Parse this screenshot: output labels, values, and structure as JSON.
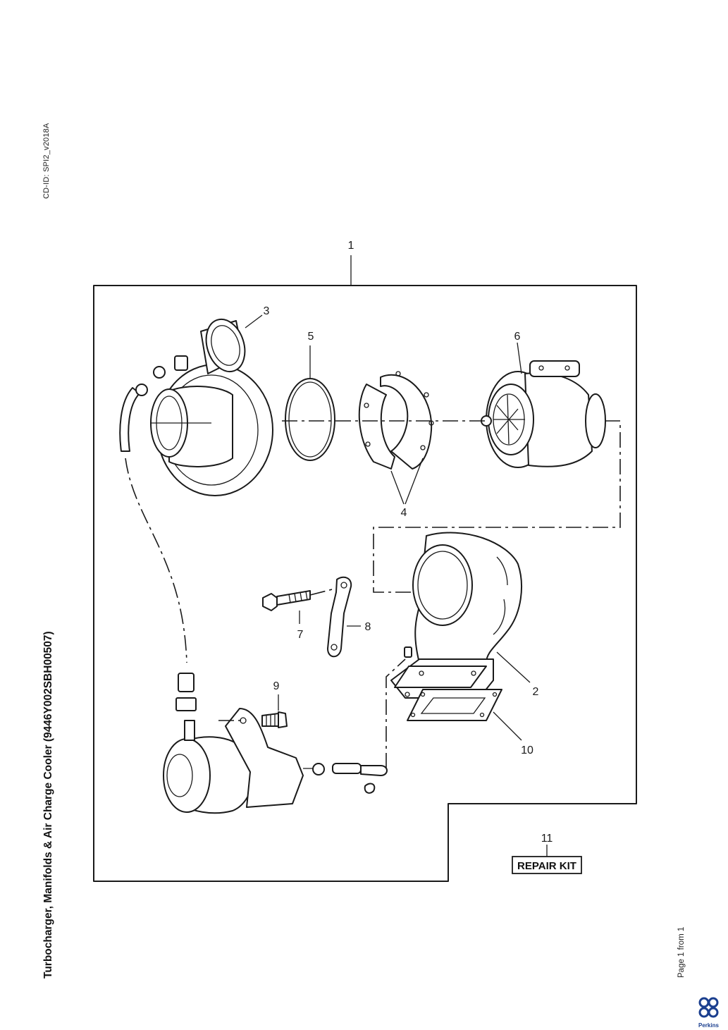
{
  "document": {
    "cd_id": "CD-ID: SPI2_v2018A",
    "title": "Turbocharger, Manifolds & Air Charge Cooler (9446Y002SBH00507)",
    "page_info": "Page 1 from 1",
    "brand": "Perkins"
  },
  "diagram": {
    "callouts": {
      "c1": "1",
      "c2": "2",
      "c3": "3",
      "c4": "4",
      "c5": "5",
      "c6": "6",
      "c7": "7",
      "c8": "8",
      "c9": "9",
      "c10": "10",
      "c11": "11"
    },
    "repair_kit_label": "REPAIR KIT",
    "icons": [
      "perkins-logo-icon"
    ]
  }
}
